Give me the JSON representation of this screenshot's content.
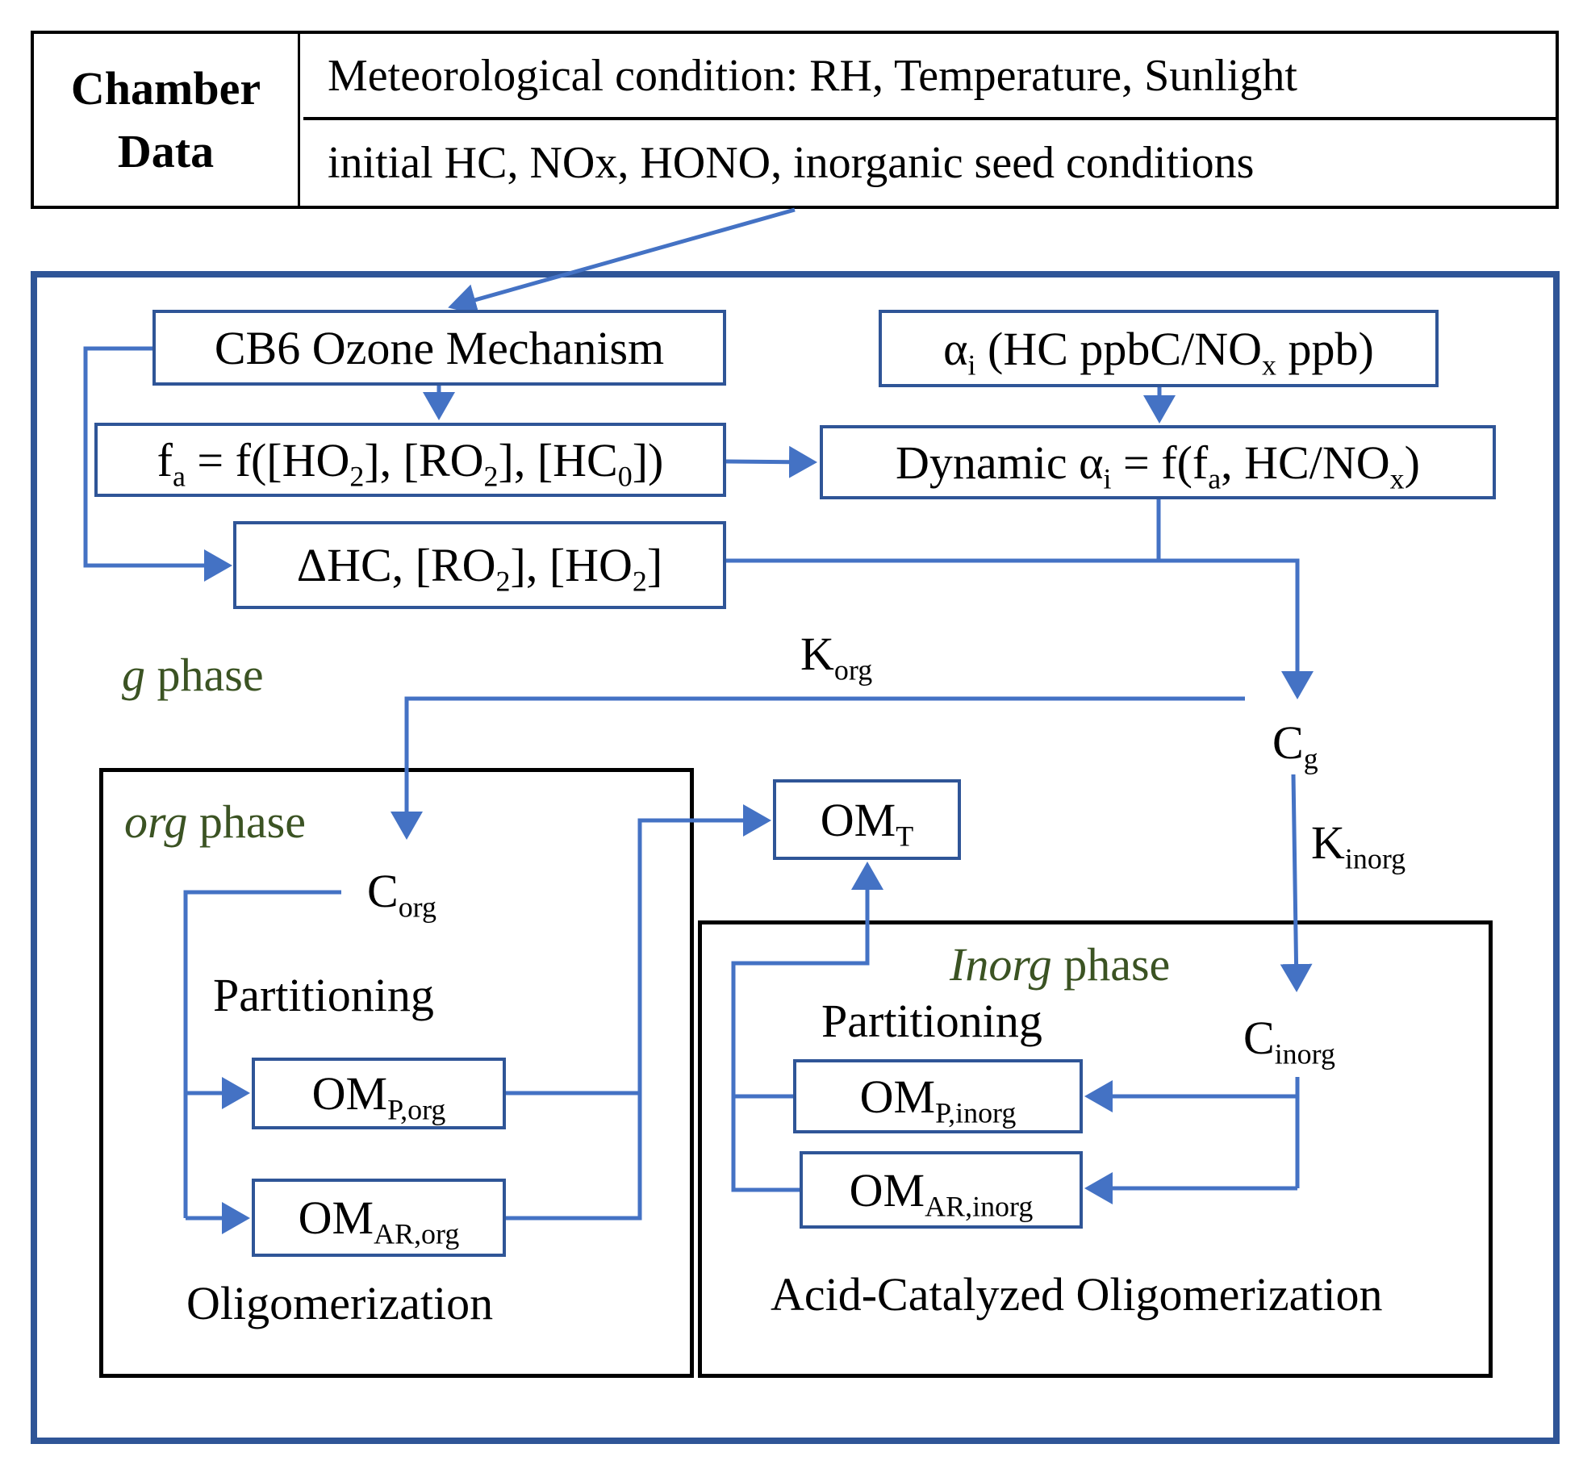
{
  "colors": {
    "arrow_blue": "#4472c4",
    "box_border_blue": "#2f5597",
    "phase_label_green": "#3b5323",
    "phase_box_black": "#000000"
  },
  "chamber_data": {
    "label_line1": "Chamber",
    "label_line2": "Data",
    "row1": "Meteorological condition: RH, Temperature, Sunlight",
    "row2": "initial HC, NOx, HONO, inorganic seed conditions"
  },
  "boxes": {
    "cb6": "CB6 Ozone Mechanism",
    "fa": {
      "f": "f",
      "f_sub": "a",
      "eq": " = f([HO",
      "s1": "2",
      "m1": "], [RO",
      "s2": "2",
      "m2": "], [HC",
      "s3": "0",
      "end": "])"
    },
    "delta_hc": {
      "a": "ΔHC, [RO",
      "s1": "2",
      "b": "], [HO",
      "s2": "2",
      "c": "]"
    },
    "alpha": {
      "a": "α",
      "a_sub": "i",
      "b": " (HC ppbC/NO",
      "b_sub": "x",
      "c": " ppb)"
    },
    "dynamic": {
      "a": "Dynamic α",
      "a_sub": "i",
      "b": " = f(f",
      "b_sub": "a",
      "c": ", HC/NO",
      "c_sub": "x",
      "d": ")"
    },
    "om_t": {
      "a": "OM",
      "sub": "T"
    },
    "om_p_org": {
      "a": "OM",
      "sub": "P,org"
    },
    "om_ar_org": {
      "a": "OM",
      "sub": "AR,org"
    },
    "om_p_inorg": {
      "a": "OM",
      "sub": "P,inorg"
    },
    "om_ar_inorg": {
      "a": "OM",
      "sub": "AR,inorg"
    }
  },
  "labels": {
    "g_phase_italic": "g",
    "g_phase_rest": " phase",
    "org_phase_italic": "org",
    "org_phase_rest": " phase",
    "inorg_phase_italic": "Inorg",
    "inorg_phase_rest": " phase",
    "k_org": {
      "a": "K",
      "sub": "org"
    },
    "k_inorg": {
      "a": "K",
      "sub": "inorg"
    },
    "c_g": {
      "a": "C",
      "sub": "g"
    },
    "c_org": {
      "a": "C",
      "sub": "org"
    },
    "c_inorg": {
      "a": "C",
      "sub": "inorg"
    },
    "partitioning_org": "Partitioning",
    "partitioning_inorg": "Partitioning",
    "oligomerization": "Oligomerization",
    "acid_oligomerization": "Acid-Catalyzed Oligomerization"
  }
}
